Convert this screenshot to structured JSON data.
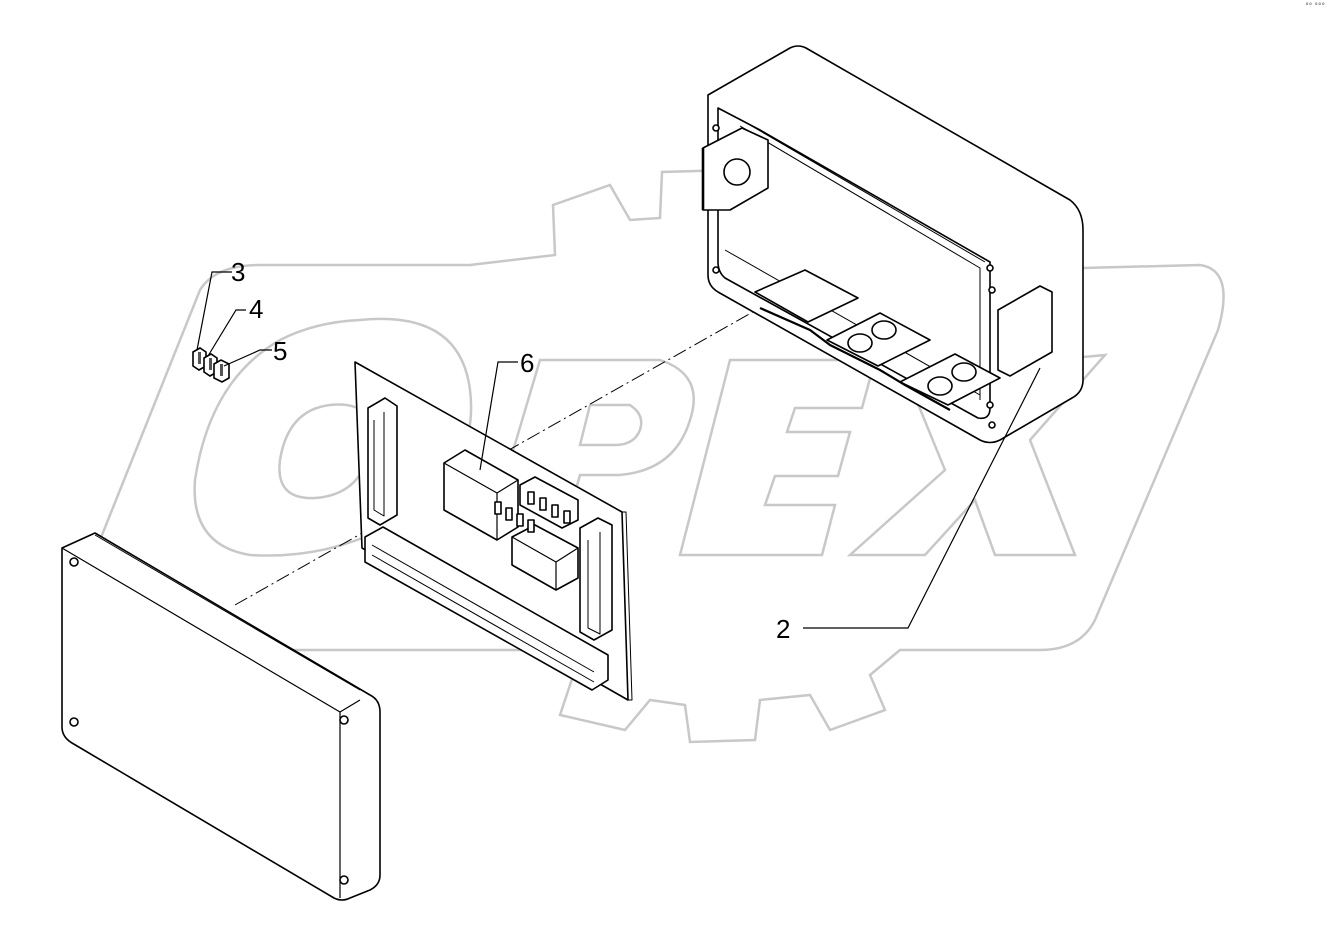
{
  "watermark": {
    "text": "OPEX",
    "icon": "gear-icon",
    "color": "#c8c8c8"
  },
  "corner_mark": "°° °°°",
  "callouts": [
    {
      "id": "3",
      "label": "3"
    },
    {
      "id": "4",
      "label": "4"
    },
    {
      "id": "5",
      "label": "5"
    },
    {
      "id": "6",
      "label": "6"
    },
    {
      "id": "2",
      "label": "2"
    }
  ],
  "colors": {
    "line": "#000000",
    "part_fill": "#ffffff",
    "shade": "#555555"
  }
}
